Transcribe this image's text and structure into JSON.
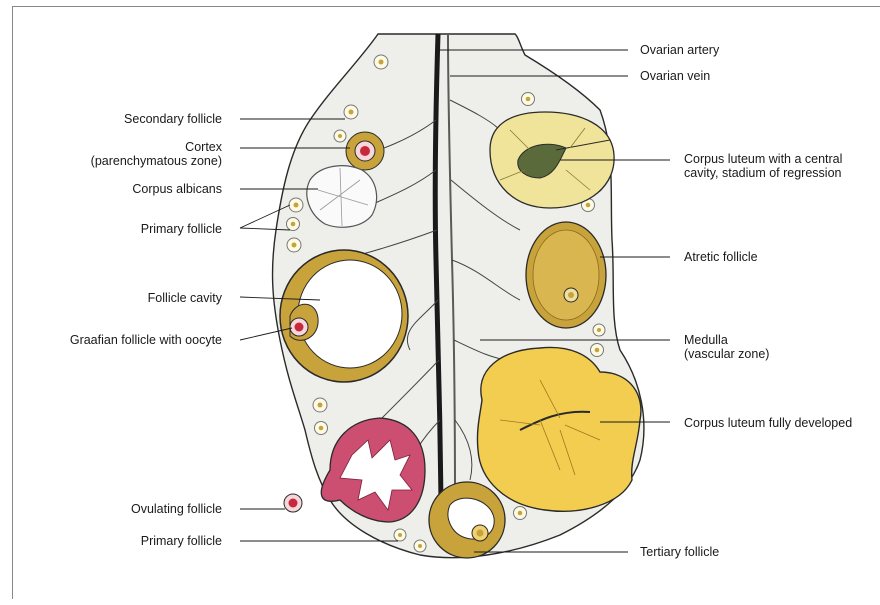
{
  "labels": {
    "ovarian_artery": "Ovarian artery",
    "ovarian_vein": "Ovarian vein",
    "secondary_follicle": "Secondary follicle",
    "cortex_line1": "Cortex",
    "cortex_line2": "(parenchymatous zone)",
    "corpus_albicans": "Corpus albicans",
    "primary_follicle_top": "Primary follicle",
    "follicle_cavity": "Follicle cavity",
    "graafian_follicle": "Graafian follicle with oocyte",
    "corpus_luteum_regression_line1": "Corpus luteum with a central",
    "corpus_luteum_regression_line2": "cavity, stadium of regression",
    "atretic_follicle": "Atretic follicle",
    "medulla_line1": "Medulla",
    "medulla_line2": "(vascular zone)",
    "corpus_luteum_developed": "Corpus luteum fully developed",
    "ovulating_follicle": "Ovulating follicle",
    "primary_follicle_bottom": "Primary follicle",
    "tertiary_follicle": "Tertiary follicle"
  },
  "colors": {
    "stroma": "#eeeeea",
    "outline": "#2a2a2a",
    "luteum_yellow": "#f2cd4f",
    "regression_yellow": "#f0e39a",
    "granulosa_gold": "#c8a23a",
    "ovulating_pink": "#cc4f72",
    "oocyte_red": "#c8283c"
  }
}
